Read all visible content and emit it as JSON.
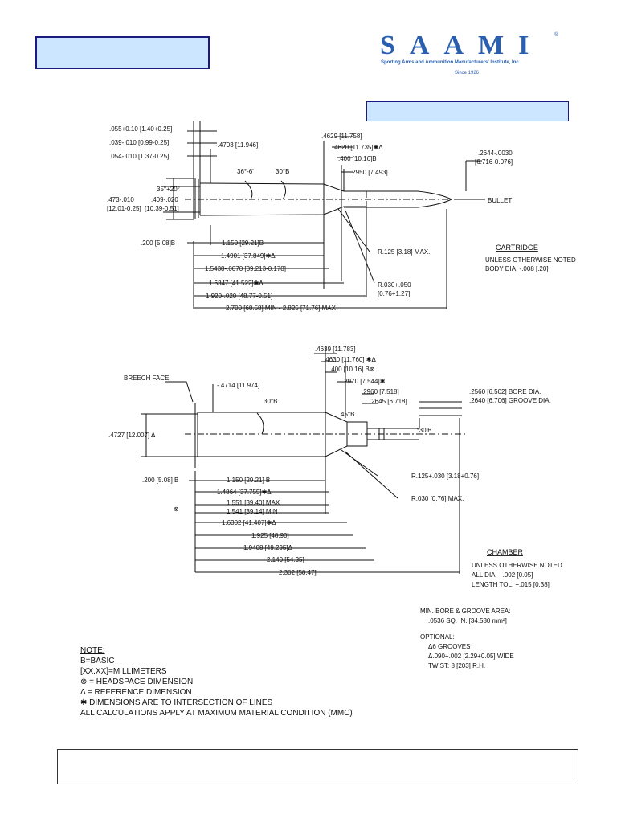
{
  "logo": {
    "letters": [
      "S",
      "A",
      "A",
      "M",
      "I"
    ],
    "registered": "®",
    "subtitle": "Sporting Arms and Ammunition Manufacturers' Institute, Inc.",
    "since": "Since 1926"
  },
  "cartridge": {
    "dims": {
      "rim_thick": ".055+0.10 [1.40+0.25]",
      "groove_w": ".039-.010 [0.99-0.25]",
      "groove_d": ".054-.010 [1.37-0.25]",
      "bevel": "35°+20°",
      "rim_dia": ".473-.010",
      "rim_dia_mm": "[12.01-0.25]",
      "groove_dia": ".409-.020",
      "groove_dia_mm": "[10.39-0.51]",
      "base_dia": "-.4703 [11.946]",
      "taper_angle": "36°-6'",
      "shoulder_angle": "30°B",
      "shoulder_dia": ".4629 [11.758]",
      "shoulder_dia2": ".4620 [11.735]✱Δ",
      "neck_pos": ".400 [10.16]B",
      "neck_dia": ".2950 [7.493]",
      "bullet_dia": ".2644-.0030",
      "bullet_dia_mm": "[6.716-0.076]",
      "bullet": "BULLET",
      "datum": ".200 [5.08]B",
      "d1": "1.150 [29.21]B",
      "d2": "1.4901 [37.849]✱Δ",
      "d3": "1.5438-.0070 [39.213-0.178]",
      "d4": "1.6347 [41.522]✱Δ",
      "d5": "1.920-.020 [48.77-0.51]",
      "d6": "2.700 [68.58] MIN - 2.825 [71.76] MAX",
      "r1": "R.125 [3.18] MAX.",
      "r2": "R.030+.050",
      "r2_mm": "[0.76+1.27]"
    },
    "title": "CARTRIDGE",
    "note1": "UNLESS OTHERWISE NOTED",
    "note2": "BODY DIA. -.008 [.20]"
  },
  "chamber": {
    "dims": {
      "breech": "BREECH FACE",
      "base_dia": "-.4714 [11.974]",
      "shoulder_angle": "30°B",
      "sh1": ".4639 [11.783]",
      "sh2": ".4630 [11.760] ✱Δ",
      "sh3": ".400 [10.16] B⊗",
      "neck1": ".2970 [7.544]✱",
      "neck2": ".2960 [7.518]",
      "neck3": ".2645 [6.718]",
      "throat_angle": "45°B",
      "bore": ".2560 [6.502] BORE DIA.",
      "groove": ".2640 [6.706] GROOVE DIA.",
      "leade": "1°30'B",
      "body_dia": ".4727 [12.007] Δ",
      "datum": ".200 [5.08] B",
      "c1": "1.150 [29.21] B",
      "c2": "1.4864 [37.755]✱Δ",
      "c3": "1.551 [39.40] MAX",
      "c4": "1.541 [39.14] MIN",
      "c5": "1.6302 [41.407]✱Δ",
      "c6": "1.925 [48.90]",
      "c7": "1.9408 [49.295]Δ",
      "c8": "2.140 [54.35]",
      "c9": "2.302 [58.47]",
      "r1": "R.125+.030 [3.18+0.76]",
      "r2": "R.030 [0.76] MAX.",
      "hs": "⊗"
    },
    "title": "CHAMBER",
    "note1": "UNLESS OTHERWISE NOTED",
    "note2": "ALL DIA. +.002 [0.05]",
    "note3": "LENGTH TOL. +.015 [0.38]"
  },
  "bore_area": {
    "l1": "MIN. BORE & GROOVE AREA:",
    "l2": ".0536 SQ. IN. [34.580 mm²]"
  },
  "optional": {
    "l1": "OPTIONAL:",
    "l2": "Δ6 GROOVES",
    "l3": "Δ.090+.002 [2.29+0.05] WIDE",
    "l4": "TWIST: 8 [203] R.H."
  },
  "notes": {
    "title": "NOTE:",
    "lines": [
      "B=BASIC",
      "[XX.XX]=MILLIMETERS",
      "⊗ = HEADSPACE DIMENSION",
      "Δ = REFERENCE DIMENSION",
      "✱ DIMENSIONS ARE TO INTERSECTION OF LINES",
      "ALL CALCULATIONS APPLY AT MAXIMUM MATERIAL CONDITION (MMC)"
    ]
  }
}
